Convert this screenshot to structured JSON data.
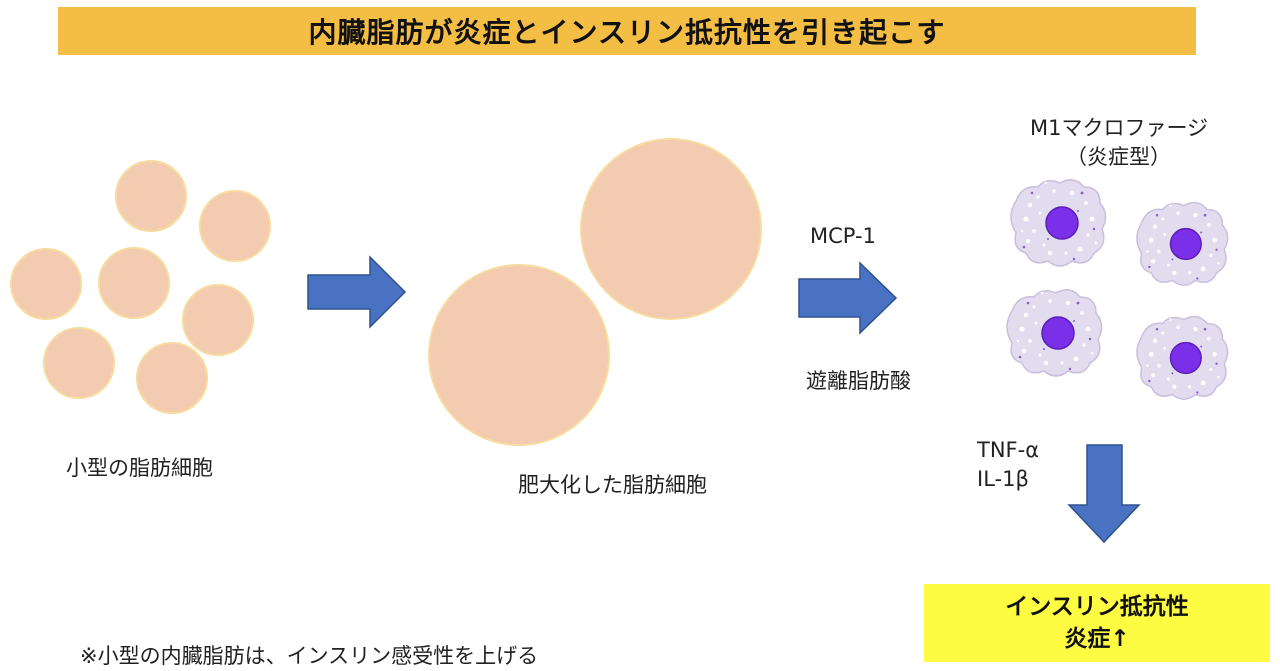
{
  "title": "内臓脂肪が炎症とインスリン抵抗性を引き起こす",
  "labels": {
    "small_cells": "小型の脂肪細胞",
    "large_cells": "肥大化した脂肪細胞",
    "mcp1": "MCP-1",
    "ffa": "遊離脂肪酸",
    "macrophage_line1": "M1マクロファージ",
    "macrophage_line2": "（炎症型）",
    "tnf": "TNF-α",
    "il1": "IL-1β"
  },
  "result": {
    "line1": "インスリン抵抗性",
    "line2": "炎症↑"
  },
  "footnote": "※小型の内臓脂肪は、インスリン感受性を上げる",
  "colors": {
    "banner": "#f4bd44",
    "fat_cell_fill": "#f2cbb0",
    "fat_cell_stroke": "#f7dba0",
    "arrow_fill": "#4a72c3",
    "arrow_stroke": "#2f528f",
    "macrophage_body": "#e3dcef",
    "macrophage_nucleus": "#7a2fe8",
    "result_box": "#fdfc43"
  },
  "icons": {
    "fat_cell": "circle",
    "macrophage": "cell-icon",
    "arrow": "block-arrow"
  }
}
